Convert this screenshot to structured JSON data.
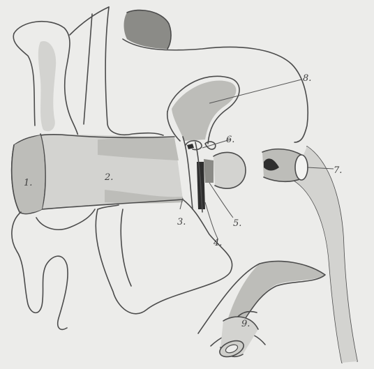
{
  "labels": {
    "l1": "1.",
    "l2": "2.",
    "l3": "3.",
    "l4": "4.",
    "l5": "5.",
    "l6": "6.",
    "l7": "7.",
    "l8": "8.",
    "l9": "9."
  },
  "colors": {
    "paper": "#ececea",
    "ink": "#4b4b4b",
    "shading": "#bdbdb9"
  }
}
